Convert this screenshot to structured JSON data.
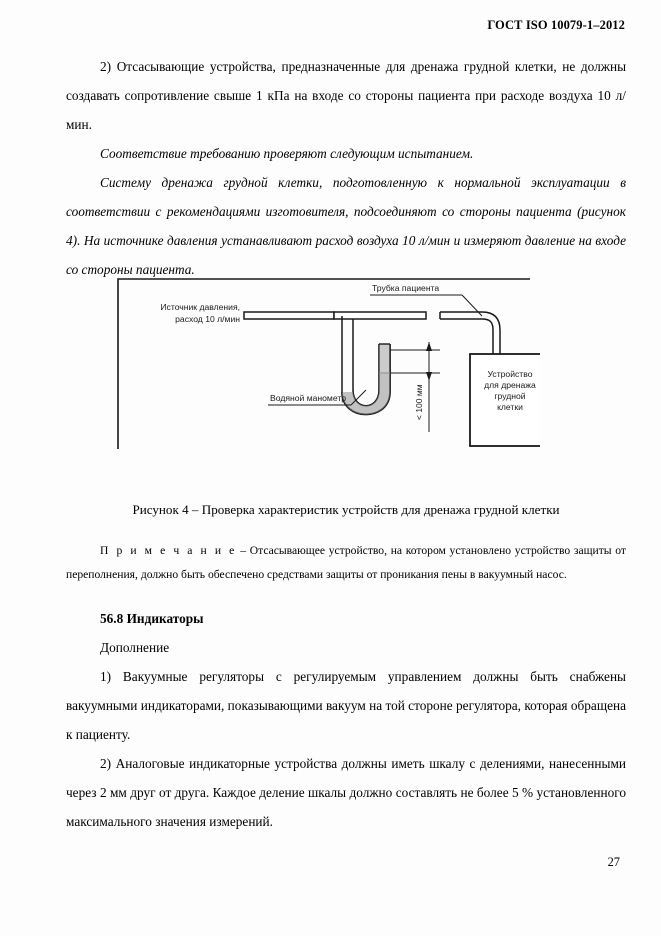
{
  "document": {
    "header_standard": "ГОСТ ISO 10079-1–2012",
    "page_number": "27"
  },
  "body": {
    "paragraph_1": "2) Отсасывающие устройства, предназначенные для дренажа грудной клетки, не должны создавать сопротивление свыше 1 кПа на входе со стороны пациента при расходе воздуха 10 л/мин.",
    "paragraph_2_italic": "Соответствие требованию проверяют следующим испытанием.",
    "paragraph_3_italic": "Систему дренажа грудной клетки, подготовленную к нормальной эксплуатации в соответствии с рекомендациями изготовителя, подсоединяют со стороны пациента (рисунок 4). На источнике давления устанавливают расход воздуха 10 л/мин и измеряют давление на входе со стороны пациента.",
    "figure_caption": "Рисунок 4 – Проверка характеристик устройств для дренажа грудной клетки",
    "note_label": "П р и м е ч а н и е",
    "note_text": "–  Отсасывающее устройство, на котором установлено устройство защиты от переполнения, должно быть обеспечено средствами защиты от проникания пены в вакуумный насос.",
    "section_heading": "56.8 Индикаторы",
    "subheading": "Дополнение",
    "paragraph_4": "1) Вакуумные регуляторы с регулируемым управлением должны быть снабжены вакуумными индикаторами, показывающими вакуум на той стороне регулятора, которая обращена к пациенту.",
    "paragraph_5": "2) Аналоговые индикаторные устройства должны иметь шкалу с делениями, нанесенными через 2 мм друг от друга. Каждое деление шкалы должно составлять не более 5 % установленного максимального значения измерений."
  },
  "figure": {
    "label_pressure_source_line1": "Источник давления,",
    "label_pressure_source_line2": "расход 10 л/мин",
    "label_patient_tube": "Трубка пациента",
    "label_water_manometer": "Водяной манометр",
    "label_height": "< 100 мм",
    "label_device_line1": "Устройство",
    "label_device_line2": "для дренажа",
    "label_device_line3": "грудной",
    "label_device_line4": "клетки"
  },
  "colors": {
    "page_background": "#fdfdfd",
    "text": "#000000",
    "line": "#1a1a1a",
    "water_fill": "#8f8f8f"
  }
}
